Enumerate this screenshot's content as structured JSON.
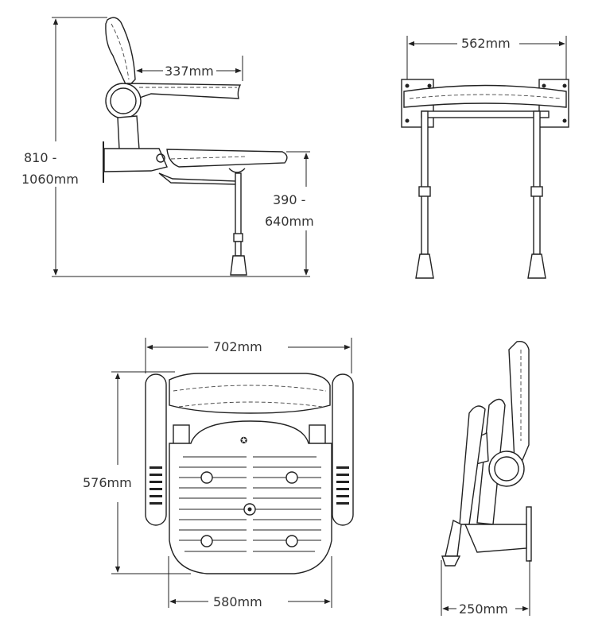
{
  "dimensions": {
    "overall_height_line1": "810 -",
    "overall_height_line2": "1060mm",
    "armrest_length": "337mm",
    "seat_height_line1": "390 -",
    "seat_height_line2": "640mm",
    "leg_width": "562mm",
    "overall_width": "702mm",
    "depth": "576mm",
    "seat_width": "580mm",
    "folded_depth": "250mm"
  },
  "colors": {
    "line": "#222222",
    "text": "#333333"
  }
}
